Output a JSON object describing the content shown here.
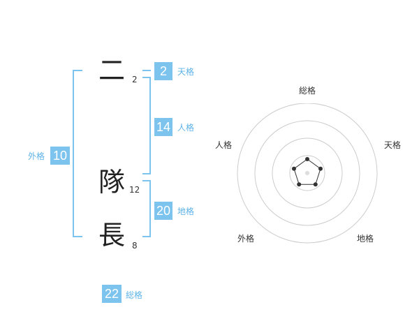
{
  "name_chars": [
    {
      "char": "二",
      "strokes": "2"
    },
    {
      "char": "隊",
      "strokes": "12"
    },
    {
      "char": "長",
      "strokes": "8"
    }
  ],
  "fortunes": {
    "tenkaku": {
      "value": "2",
      "label": "天格"
    },
    "jinkaku": {
      "value": "14",
      "label": "人格"
    },
    "chikaku": {
      "value": "20",
      "label": "地格"
    },
    "gaikaku": {
      "value": "10",
      "label": "外格"
    },
    "soukaku": {
      "value": "22",
      "label": "総格"
    }
  },
  "radar": {
    "axes": [
      "総格",
      "天格",
      "地格",
      "外格",
      "人格"
    ],
    "ring_count": 4,
    "values": [
      0.2,
      0.2,
      0.2,
      0.2,
      0.2
    ],
    "colors": {
      "ring": "#cccccc",
      "polygon": "#333333",
      "fill": "#dddddd",
      "point": "#333333"
    }
  },
  "colors": {
    "accent": "#7cc3ee",
    "accent_text": "#5fb3e6"
  }
}
